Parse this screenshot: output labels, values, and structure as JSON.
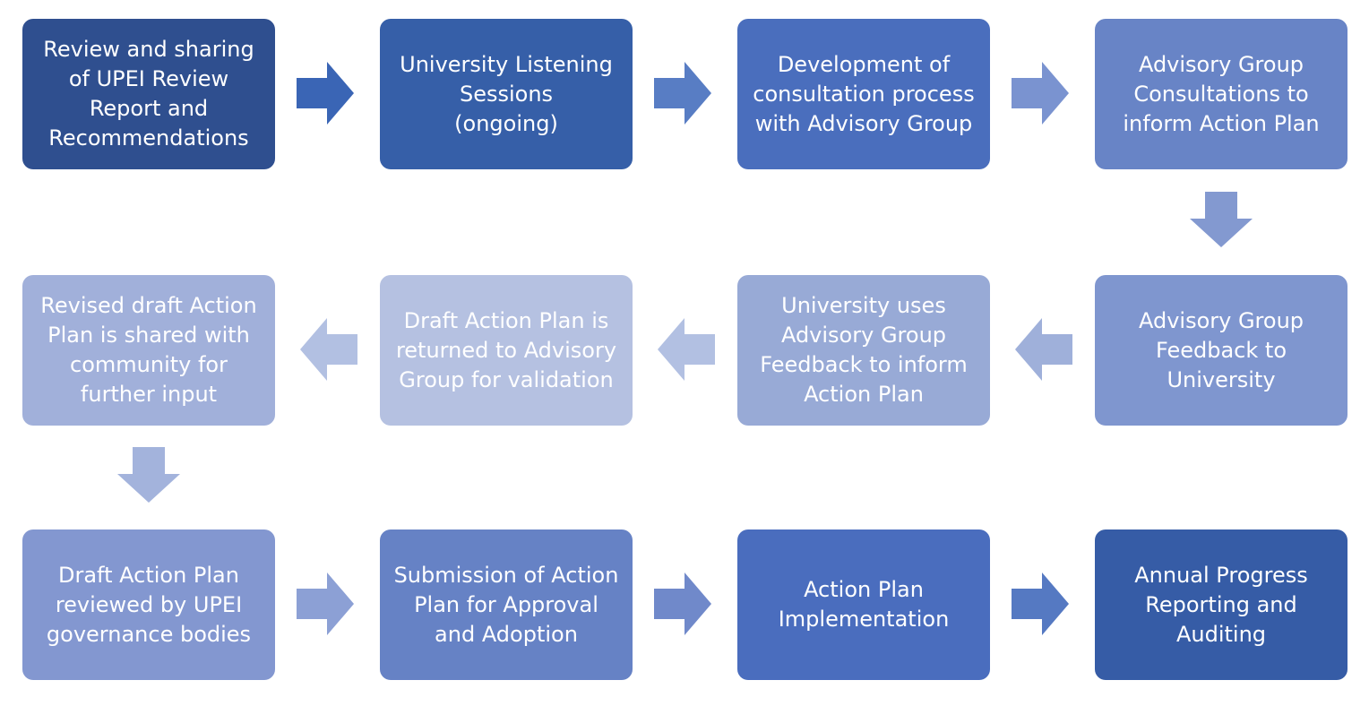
{
  "steps": [
    {
      "label": "Review and sharing\nof UPEI Review\nReport and\nRecommendations",
      "color": "#2F4F8F"
    },
    {
      "label": "University Listening\nSessions\n(ongoing)",
      "color": "#365FA8"
    },
    {
      "label": "Development of\nconsultation process\nwith Advisory Group",
      "color": "#4A6EBD"
    },
    {
      "label": "Advisory Group\nConsultations to\ninform Action Plan",
      "color": "#6884C6"
    },
    {
      "label": "Advisory Group\nFeedback to\nUniversity",
      "color": "#7F96CF"
    },
    {
      "label": "University uses\nAdvisory Group\nFeedback to inform\nAction Plan",
      "color": "#98AAD6"
    },
    {
      "label": "Draft Action Plan is\nreturned to Advisory\nGroup for validation",
      "color": "#B5C1E1"
    },
    {
      "label": "Revised draft Action\nPlan is shared with\ncommunity for\nfurther input",
      "color": "#A1B0DA"
    },
    {
      "label": "Draft Action Plan\nreviewed by UPEI\ngovernance bodies",
      "color": "#8397D0"
    },
    {
      "label": "Submission of Action\nPlan for Approval\nand Adoption",
      "color": "#6682C5"
    },
    {
      "label": "Action Plan\nImplementation",
      "color": "#4A6DBE"
    },
    {
      "label": "Annual Progress\nReporting and\nAuditing",
      "color": "#365CA6"
    }
  ],
  "arrows": [
    {
      "direction": "right",
      "color": "#3A65B5"
    },
    {
      "direction": "right",
      "color": "#587DC4"
    },
    {
      "direction": "right",
      "color": "#7A93D0"
    },
    {
      "direction": "down",
      "color": "#8399D0"
    },
    {
      "direction": "left",
      "color": "#9FB0DA"
    },
    {
      "direction": "left",
      "color": "#B2C0E2"
    },
    {
      "direction": "left",
      "color": "#B2C0E2"
    },
    {
      "direction": "down",
      "color": "#A3B3DC"
    },
    {
      "direction": "right",
      "color": "#8CA0D5"
    },
    {
      "direction": "right",
      "color": "#7089CA"
    },
    {
      "direction": "right",
      "color": "#5579C2"
    }
  ]
}
